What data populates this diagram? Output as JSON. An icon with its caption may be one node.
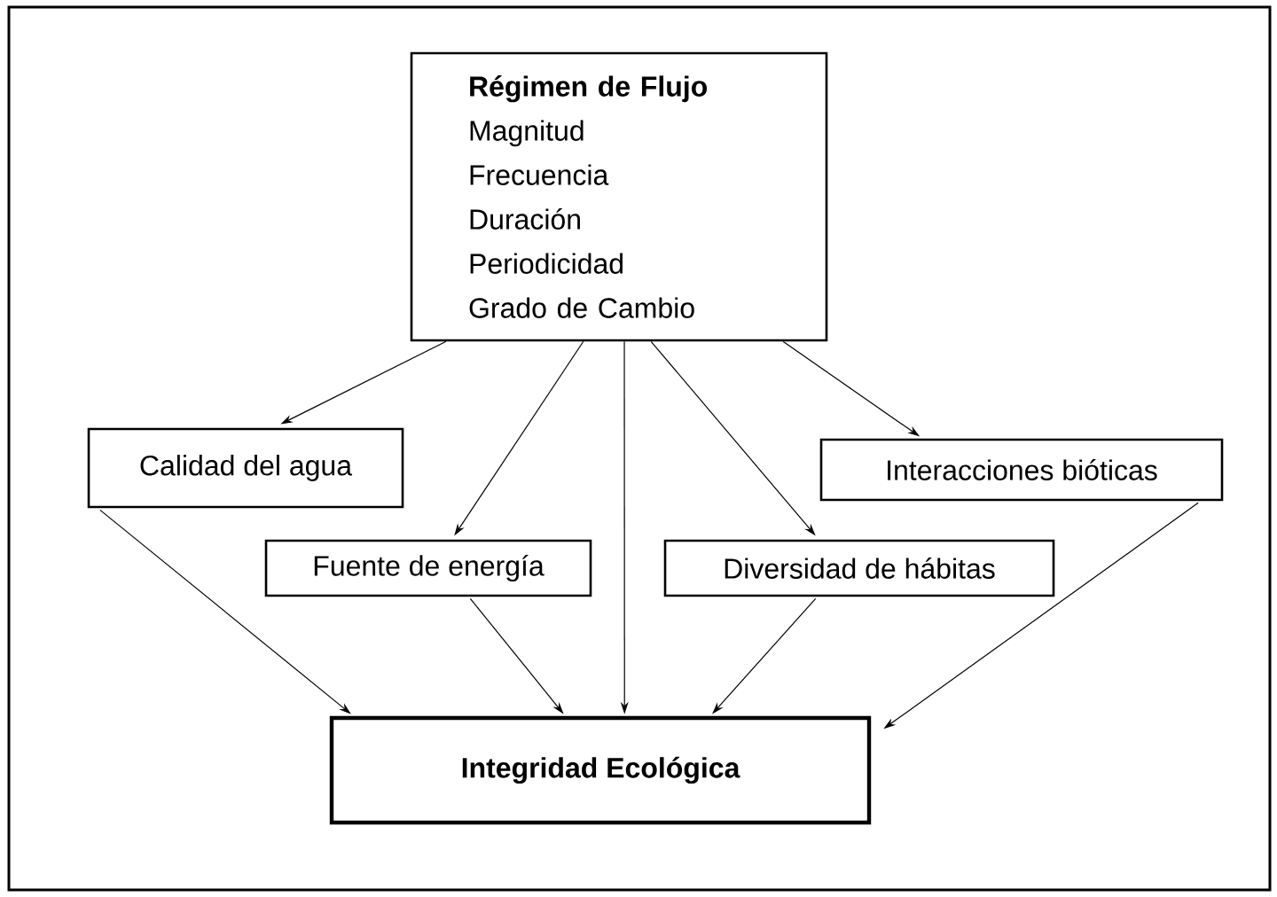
{
  "diagram": {
    "nodes": [
      {
        "text": [
          "Régimen de Flujo",
          "Magnitud",
          "Frecuencia",
          "Duración",
          "Periodicidad",
          "Grado de Cambio"
        ]
      },
      {
        "text": [
          "Calidad del agua"
        ]
      },
      {
        "text": [
          "Interacciones bióticas"
        ]
      },
      {
        "text": [
          "Fuente de energía"
        ]
      },
      {
        "text": [
          "Diversidad de hábitas"
        ]
      },
      {
        "text": [
          "Integridad Ecológica"
        ]
      }
    ],
    "edges": [
      {
        "from": 0,
        "to": 1,
        "arrow": "to"
      },
      {
        "from": 0,
        "to": 3,
        "arrow": "to"
      },
      {
        "from": 0,
        "to": 5,
        "arrow": "to"
      },
      {
        "from": 0,
        "to": 4,
        "arrow": "to"
      },
      {
        "from": 0,
        "to": 2,
        "arrow": "to"
      },
      {
        "from": 1,
        "to": 5,
        "arrow": "to"
      },
      {
        "from": 3,
        "to": 5,
        "arrow": "to"
      },
      {
        "from": 4,
        "to": 5,
        "arrow": "to"
      },
      {
        "from": 2,
        "to": 5,
        "arrow": "to"
      }
    ]
  }
}
